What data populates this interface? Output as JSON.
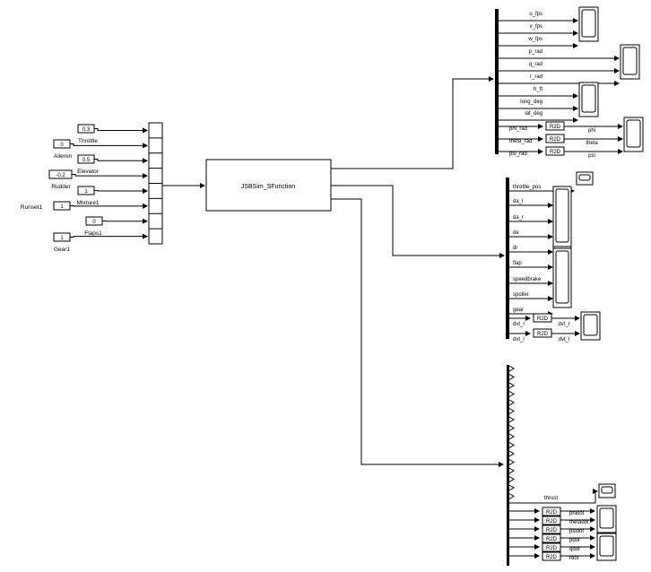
{
  "center_block": {
    "label": "JSBSim_SFunction"
  },
  "inputs": [
    {
      "value": "0.3",
      "label": "Throttle"
    },
    {
      "value": "0",
      "label": "Aileron"
    },
    {
      "value": "0.5",
      "label": "Elevator"
    },
    {
      "value": "-0.2",
      "label": "Rudder"
    },
    {
      "value": "1",
      "label": "Mixture1"
    },
    {
      "value": "1",
      "label": "Runset1"
    },
    {
      "value": "0",
      "label": "Flaps1"
    },
    {
      "value": "1",
      "label": "Gear1"
    }
  ],
  "bus1_signals": {
    "plain": [
      "u_fps",
      "v_fps",
      "w_fps",
      "p_rad",
      "q_rad",
      "r_rad",
      "h_ft",
      "long_deg",
      "lat_deg"
    ],
    "converted": [
      {
        "in": "phi_rad",
        "out": "phi"
      },
      {
        "in": "theta_rad",
        "out": "theta"
      },
      {
        "in": "psi_rad",
        "out": "psi"
      }
    ]
  },
  "bus2_signals": {
    "plain": [
      "throttle_pos",
      "da_l",
      "da_r",
      "de",
      "dr",
      "flap",
      "speedbrake",
      "spoiler",
      "gear"
    ],
    "converted": [
      {
        "in": "dvt_r",
        "out": "dvt_r"
      },
      {
        "in": "dvt_l",
        "out": "dvt_l"
      }
    ]
  },
  "bus3_signals": {
    "thrust": "thrust",
    "converted": [
      "phidot",
      "thetadot",
      "psidot",
      "pdot",
      "qdot",
      "rdot"
    ]
  },
  "r2d_label": "R2D"
}
